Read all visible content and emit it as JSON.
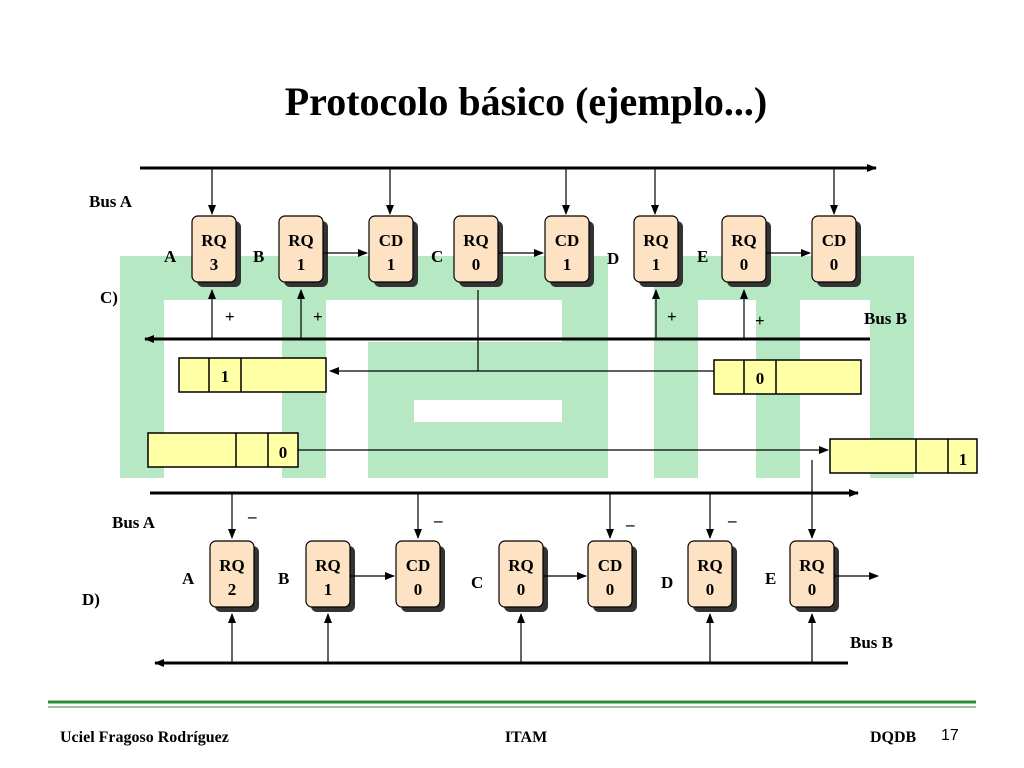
{
  "title": "Protocolo básico (ejemplo...)",
  "colors": {
    "watermark": "#b7e8c4",
    "box_fill": "#fde2c4",
    "queue_fill": "#ffffa6",
    "line": "#000000",
    "footer_line": "#2e8b3a"
  },
  "top": {
    "bus_a": "Bus A",
    "bus_b": "Bus B",
    "panel": "C)",
    "nodes": [
      "A",
      "B",
      "C",
      "D",
      "E"
    ],
    "boxes": [
      {
        "kind": "RQ",
        "value": "3"
      },
      {
        "kind": "RQ",
        "value": "1"
      },
      {
        "kind": "CD",
        "value": "1"
      },
      {
        "kind": "RQ",
        "value": "0"
      },
      {
        "kind": "CD",
        "value": "1"
      },
      {
        "kind": "RQ",
        "value": "1"
      },
      {
        "kind": "RQ",
        "value": "0"
      },
      {
        "kind": "CD",
        "value": "0"
      }
    ],
    "plus": [
      "+",
      "+",
      "+",
      "+"
    ],
    "queue_left": "1",
    "queue_right": "0",
    "queue_left2": "0",
    "queue_right2": "1"
  },
  "bottom": {
    "bus_a": "Bus A",
    "bus_b": "Bus B",
    "panel": "D)",
    "nodes": [
      "A",
      "B",
      "C",
      "D",
      "E"
    ],
    "boxes": [
      {
        "kind": "RQ",
        "value": "2"
      },
      {
        "kind": "RQ",
        "value": "1"
      },
      {
        "kind": "CD",
        "value": "0"
      },
      {
        "kind": "RQ",
        "value": "0"
      },
      {
        "kind": "CD",
        "value": "0"
      },
      {
        "kind": "RQ",
        "value": "0"
      },
      {
        "kind": "RQ",
        "value": "0"
      }
    ],
    "minus": [
      "–",
      "–",
      "–",
      "–"
    ]
  },
  "footer": {
    "author": "Uciel Fragoso Rodríguez",
    "institution": "ITAM",
    "topic": "DQDB",
    "page": "17"
  }
}
